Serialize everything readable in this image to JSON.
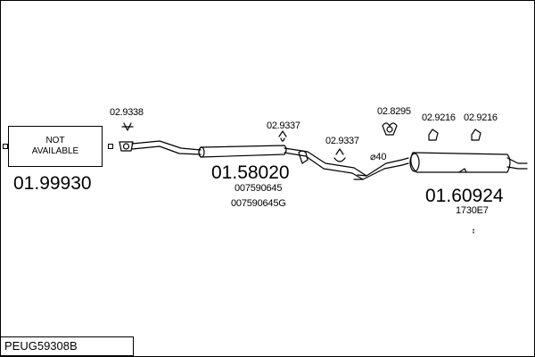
{
  "diagram": {
    "not_available": {
      "line1": "NOT",
      "line2": "AVAILABLE"
    },
    "parts": {
      "front_pipe": "01.99930",
      "middle_silencer": "01.58020",
      "rear_silencer": "01.60924"
    },
    "oem_numbers": {
      "middle_1": "007590645",
      "middle_2": "007590645G",
      "rear": "1730E7"
    },
    "accessories": {
      "gasket": "02.9338",
      "hanger_a": "02.9337",
      "hanger_b": "02.9337",
      "clamp": "02.8295",
      "mount_a": "02.9216",
      "mount_b": "02.9216"
    },
    "diameter": "⌀40",
    "kit_code": "PEUG59308B"
  }
}
